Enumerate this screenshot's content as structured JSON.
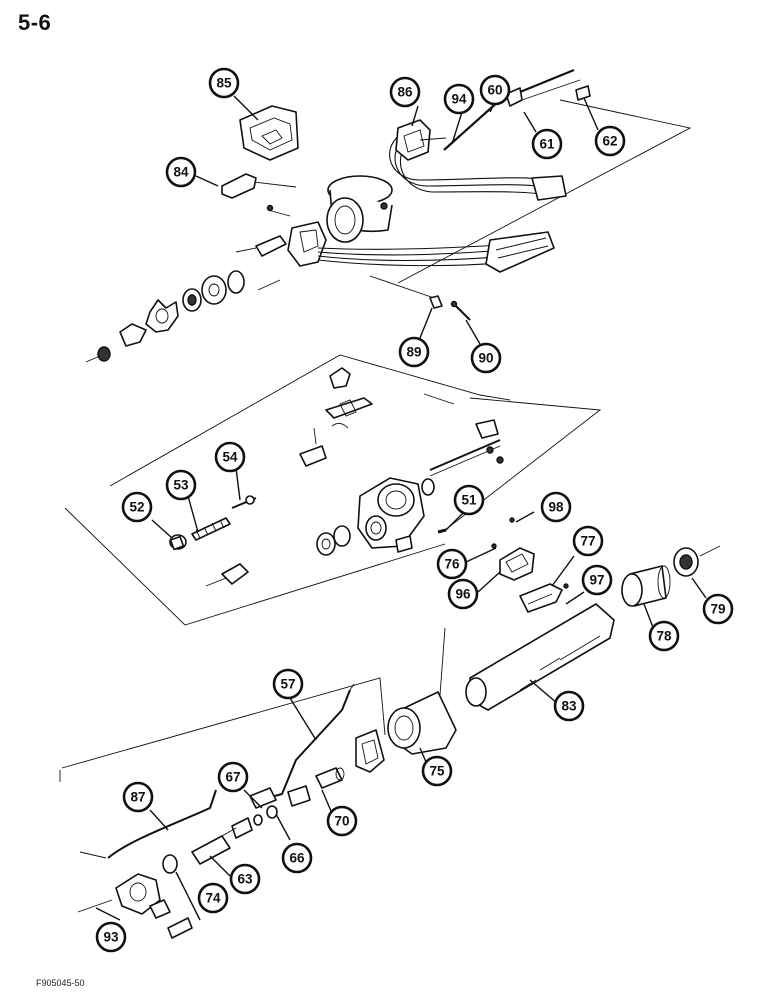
{
  "page_number": "5-6",
  "figure_code": "F905045-50",
  "callouts": [
    {
      "id": "85",
      "label": "85"
    },
    {
      "id": "84",
      "label": "84"
    },
    {
      "id": "86",
      "label": "86"
    },
    {
      "id": "94",
      "label": "94"
    },
    {
      "id": "60",
      "label": "60"
    },
    {
      "id": "61",
      "label": "61"
    },
    {
      "id": "62",
      "label": "62"
    },
    {
      "id": "89",
      "label": "89"
    },
    {
      "id": "90",
      "label": "90"
    },
    {
      "id": "54",
      "label": "54"
    },
    {
      "id": "53",
      "label": "53"
    },
    {
      "id": "52",
      "label": "52"
    },
    {
      "id": "51",
      "label": "51"
    },
    {
      "id": "98",
      "label": "98"
    },
    {
      "id": "77",
      "label": "77"
    },
    {
      "id": "76",
      "label": "76"
    },
    {
      "id": "96",
      "label": "96"
    },
    {
      "id": "97",
      "label": "97"
    },
    {
      "id": "79",
      "label": "79"
    },
    {
      "id": "78",
      "label": "78"
    },
    {
      "id": "83",
      "label": "83"
    },
    {
      "id": "57",
      "label": "57"
    },
    {
      "id": "75",
      "label": "75"
    },
    {
      "id": "87",
      "label": "87"
    },
    {
      "id": "67",
      "label": "67"
    },
    {
      "id": "70",
      "label": "70"
    },
    {
      "id": "66",
      "label": "66"
    },
    {
      "id": "63",
      "label": "63"
    },
    {
      "id": "74",
      "label": "74"
    },
    {
      "id": "93",
      "label": "93"
    }
  ]
}
